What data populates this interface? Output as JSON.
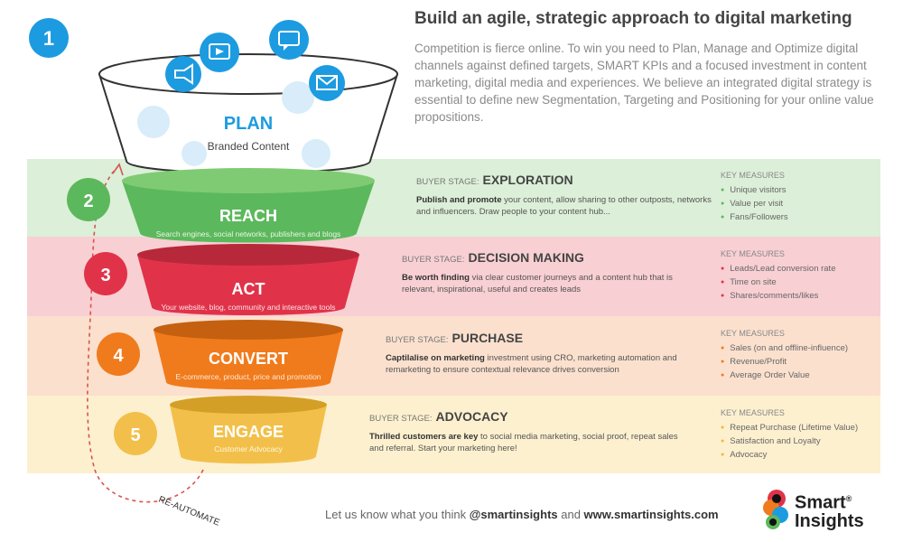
{
  "header": {
    "title": "Build an agile, strategic approach to digital marketing",
    "body": "Competition is fierce online. To win you need to Plan, Manage and Optimize digital channels against defined targets, SMART KPIs and a focused investment in content marketing, digital media and experiences. We believe an integrated digital strategy is essential to define new Segmentation, Targeting and Positioning for your online value propositions."
  },
  "funnel": {
    "plan": {
      "number": "1",
      "title": "PLAN",
      "subtitle": "Branded Content"
    },
    "reach": {
      "number": "2",
      "title": "REACH",
      "subtitle": "Search engines, social networks, publishers and blogs"
    },
    "act": {
      "number": "3",
      "title": "ACT",
      "subtitle": "Your website, blog, community and interactive tools"
    },
    "convert": {
      "number": "4",
      "title": "CONVERT",
      "subtitle": "E-commerce, product, price and promotion"
    },
    "engage": {
      "number": "5",
      "title": "ENGAGE",
      "subtitle": "Customer Advocacy"
    },
    "loop_label": "RE-AUTOMATE"
  },
  "stages": [
    {
      "label": "BUYER STAGE:",
      "name": "EXPLORATION",
      "bold": "Publish and promote",
      "rest": " your content, allow sharing to other outposts, networks and influencers. Draw people to your content hub..."
    },
    {
      "label": "BUYER STAGE:",
      "name": "DECISION MAKING",
      "bold": "Be worth finding",
      "rest": " via clear customer journeys and a content hub that is relevant, inspirational, useful and creates leads"
    },
    {
      "label": "BUYER STAGE:",
      "name": "PURCHASE",
      "bold": "Captilalise on marketing",
      "rest": " investment using CRO, marketing automation and remarketing to ensure contextual relevance drives conversion"
    },
    {
      "label": "BUYER STAGE:",
      "name": "ADVOCACY",
      "bold": "Thrilled customers are key",
      "rest": " to social media marketing, social proof, repeat sales and referral. Start your marketing here!"
    }
  ],
  "measures": [
    {
      "heading": "KEY MEASURES",
      "items": [
        "Unique visitors",
        "Value per visit",
        "Fans/Followers"
      ]
    },
    {
      "heading": "KEY MEASURES",
      "items": [
        "Leads/Lead conversion rate",
        "Time on site",
        "Shares/comments/likes"
      ]
    },
    {
      "heading": "KEY MEASURES",
      "items": [
        "Sales (on and offline-influence)",
        "Revenue/Profit",
        "Average Order Value"
      ]
    },
    {
      "heading": "KEY MEASURES",
      "items": [
        "Repeat Purchase (Lifetime Value)",
        "Satisfaction and Loyalty",
        "Advocacy"
      ]
    }
  ],
  "footer": {
    "prefix": "Let us know what you think ",
    "handle": "@smartinsights",
    "middle": " and ",
    "site": "www.smartinsights.com"
  },
  "logo": {
    "line1": "Smart",
    "line2": "Insights",
    "mark": "®"
  },
  "colors": {
    "green": "#5cb85c",
    "red": "#e0334a",
    "orange": "#f07b1c",
    "yellow": "#f2c04a",
    "blue": "#1d9be0"
  },
  "icons": [
    "video-icon",
    "chat-icon",
    "megaphone-icon",
    "mail-icon",
    "document-icon",
    "star-icon"
  ]
}
